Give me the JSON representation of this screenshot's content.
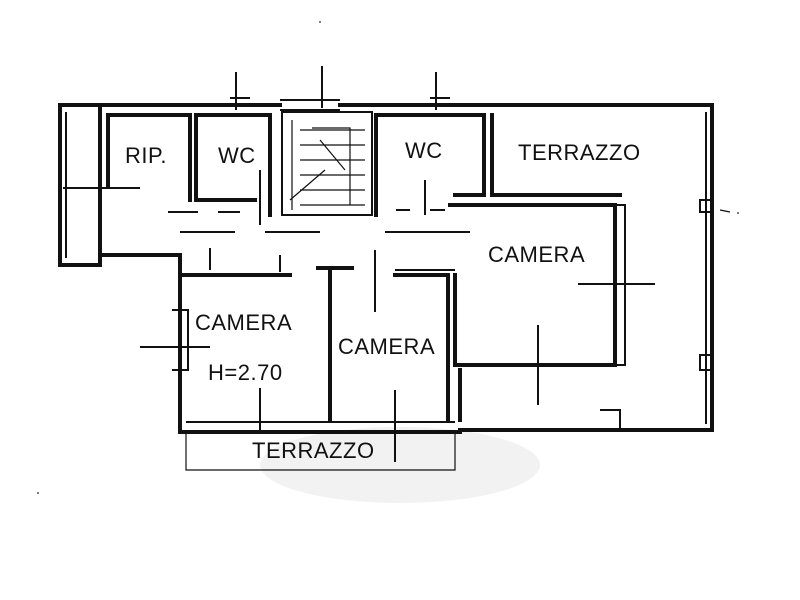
{
  "rooms": {
    "rip": "RIP.",
    "wc_left": "WC",
    "wc_right": "WC",
    "terrazzo_top": "TERRAZZO",
    "camera_right": "CAMERA",
    "camera_left": "CAMERA",
    "camera_center": "CAMERA",
    "height": "H=2.70",
    "terrazzo_bottom": "TERRAZZO"
  },
  "colors": {
    "ink": "#111111",
    "paper": "#ffffff",
    "watermark": "#e9e9e9"
  }
}
